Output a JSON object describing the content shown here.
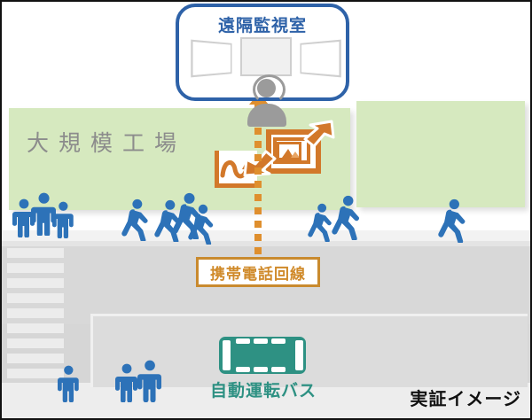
{
  "diagram": {
    "caption": "実証イメージ",
    "colors": {
      "accent_blue": "#2e62a8",
      "factory_green": "#d6e9bf",
      "orange": "#d2782a",
      "mobile_orange": "#d08a2a",
      "bus_teal": "#2e9183",
      "person_blue": "#2d72b8",
      "road_gray": "#d8d8d8"
    },
    "remote_room": {
      "title": "遠隔監視室",
      "monitor_count": 3,
      "operator": "headset-operator"
    },
    "factory": {
      "label": "大規模工場",
      "blocks": 2
    },
    "devices": {
      "sensor_icon_name": "waveform-sensor-icon",
      "image_icon_name": "camera-image-icon"
    },
    "uplink": {
      "label": "携帯電話回線",
      "direction": "up",
      "style": "dotted"
    },
    "bus": {
      "label": "自動運転バス",
      "type": "autonomous-shuttle"
    },
    "people": {
      "standing_upper": 3,
      "walking_middle": 4,
      "walking_right": 2,
      "walking_far_right": 1,
      "standing_bottom": 3
    }
  }
}
